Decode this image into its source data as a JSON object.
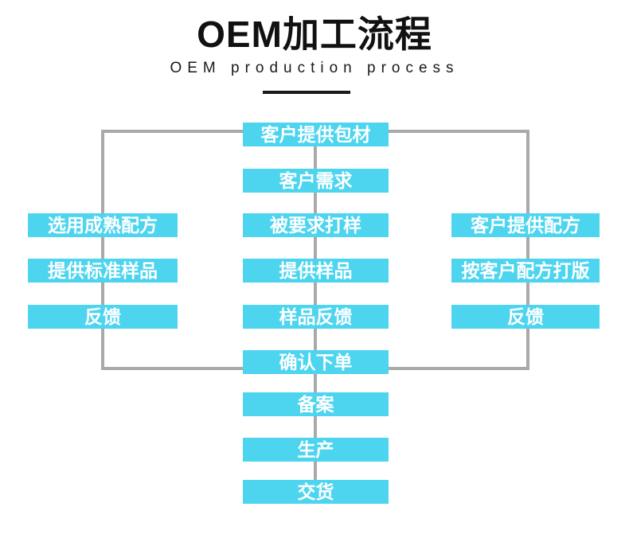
{
  "header": {
    "title": "OEM加工流程",
    "subtitle": "OEM  production process"
  },
  "flowchart": {
    "box_color": "#4dd5f0",
    "line_color": "#a9a9a9",
    "text_color": "#ffffff",
    "center_column": [
      "客户提供包材",
      "客户需求",
      "被要求打样",
      "提供样品",
      "样品反馈",
      "确认下单",
      "备案",
      "生产",
      "交货"
    ],
    "left_column": [
      "选用成熟配方",
      "提供标准样品",
      "反馈"
    ],
    "right_column": [
      "客户提供配方",
      "按客户配方打版",
      "反馈"
    ]
  }
}
